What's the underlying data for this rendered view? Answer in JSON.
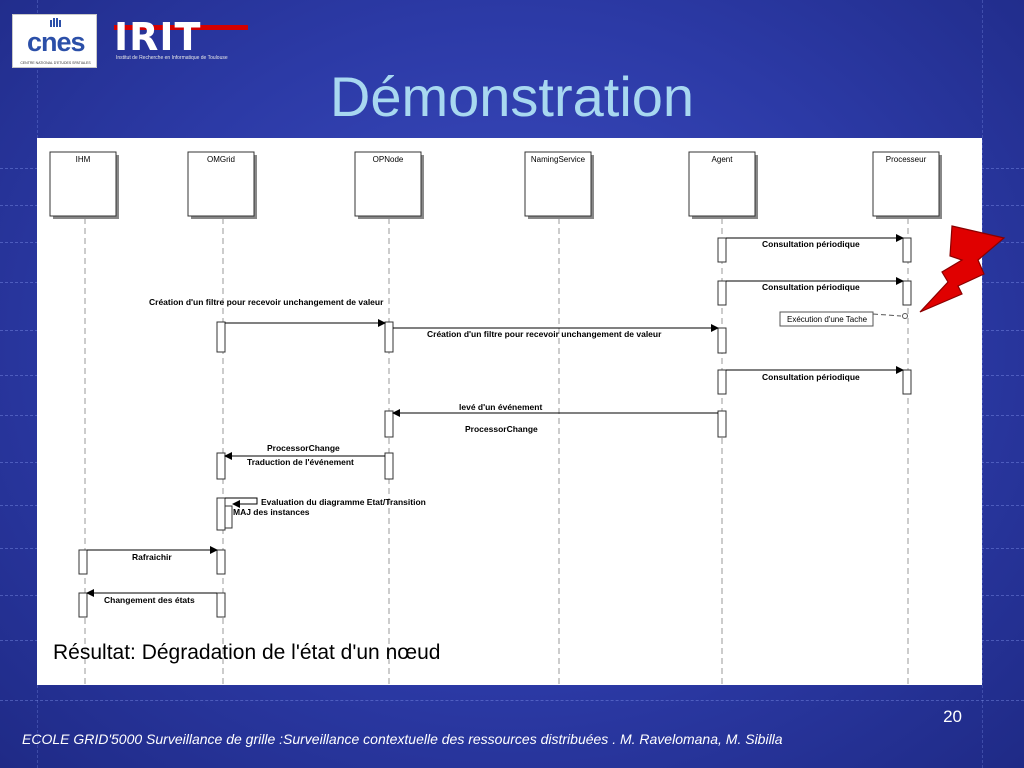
{
  "header": {
    "title": "Démonstration",
    "logos": {
      "cnes": {
        "word": "cnes",
        "tagline": "CENTRE NATIONAL D'ETUDES SPATIALES"
      },
      "irit": {
        "word": "IRIT",
        "tagline": "Institut de Recherche en Informatique de Toulouse"
      }
    }
  },
  "diagram": {
    "lifelines": [
      "IHM",
      "OMGrid",
      "OPNode",
      "NamingService",
      "Agent",
      "Processeur"
    ],
    "messages": [
      {
        "label": "Consultation périodique",
        "from": "Agent",
        "to": "Processeur"
      },
      {
        "label": "Consultation périodique",
        "from": "Agent",
        "to": "Processeur"
      },
      {
        "label": "Création d'un filtre pour recevoir unchangement de valeur",
        "from": "OMGrid",
        "to": "OPNode"
      },
      {
        "label": "Création d'un filtre pour recevoir unchangement de valeur",
        "from": "OPNode",
        "to": "Agent"
      },
      {
        "label": "Consultation périodique",
        "from": "Agent",
        "to": "Processeur"
      },
      {
        "label": "levé d'un événement",
        "from": "Agent",
        "to": "OPNode"
      },
      {
        "label": "ProcessorChange",
        "from": "Agent",
        "to": "OPNode"
      },
      {
        "label": "ProcessorChange",
        "from": "OPNode",
        "to": "OMGrid"
      },
      {
        "label": "Traduction de l'événement",
        "from": "OPNode",
        "to": "OMGrid"
      },
      {
        "label": "Evaluation du diagramme Etat/Transition",
        "from": "OMGrid",
        "to": "OMGrid"
      },
      {
        "label": "MAJ des instances",
        "from": "OMGrid",
        "to": "OMGrid"
      },
      {
        "label": "Rafraichir",
        "from": "IHM",
        "to": "OMGrid"
      },
      {
        "label": "Changement des états",
        "from": "OMGrid",
        "to": "IHM"
      }
    ],
    "note": "Exécution d'une Tache",
    "result": "Résultat: Dégradation de l'état d'un nœud"
  },
  "footer": {
    "page_number": "20",
    "text": "ECOLE GRID'5000 Surveillance de grille :Surveillance contextuelle des ressources distribuées . M. Ravelomana,  M. Sibilla"
  },
  "colors": {
    "title": "#a8d8f0",
    "background": "#2c3aa6",
    "bolt": "#e00000"
  }
}
